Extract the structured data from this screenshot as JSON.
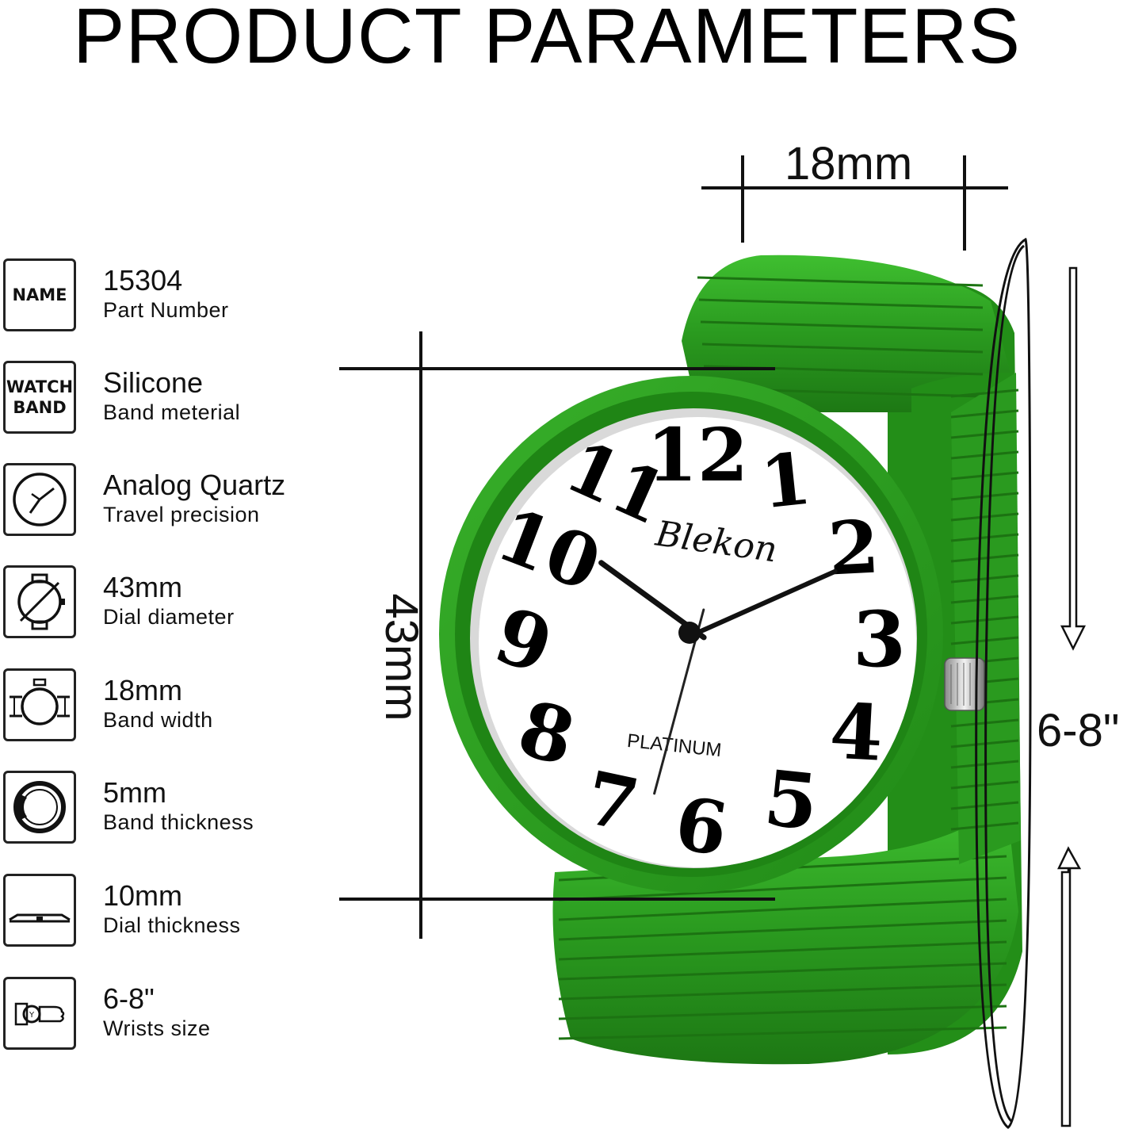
{
  "title": "PRODUCT PARAMETERS",
  "colors": {
    "band": "#2a9a1f",
    "band_dark": "#1e7a14",
    "band_light": "#3cb52e",
    "dial": "#ffffff",
    "ink": "#111111"
  },
  "params": [
    {
      "icon": "name-tag-icon",
      "icon_text": "NAME",
      "value": "15304",
      "label": "Part Number"
    },
    {
      "icon": "watch-band-tag-icon",
      "icon_text": "WATCH\nBAND",
      "value": "Silicone",
      "label": "Band meterial"
    },
    {
      "icon": "clock-face-icon",
      "icon_text": "",
      "value": "Analog Quartz",
      "label": "Travel precision"
    },
    {
      "icon": "dial-diameter-icon",
      "icon_text": "",
      "value": "43mm",
      "label": "Dial diameter"
    },
    {
      "icon": "band-width-icon",
      "icon_text": "",
      "value": "18mm",
      "label": "Band width"
    },
    {
      "icon": "band-thickness-icon",
      "icon_text": "",
      "value": "5mm",
      "label": "Band thickness"
    },
    {
      "icon": "dial-thickness-icon",
      "icon_text": "",
      "value": "10mm",
      "label": "Dial thickness"
    },
    {
      "icon": "wrist-size-icon",
      "icon_text": "",
      "value": "6-8\"",
      "label": "Wrists size"
    }
  ],
  "dimensions": {
    "band_width": "18mm",
    "dial_diameter": "43mm",
    "wrist_size": "6-8\""
  },
  "watch": {
    "brand": "Blekon",
    "model_text": "PLATINUM",
    "numerals": [
      "12",
      "1",
      "2",
      "3",
      "4",
      "5",
      "6",
      "7",
      "8",
      "9",
      "10",
      "11"
    ],
    "time": {
      "hour": 10.2,
      "minute": 11.0,
      "second": 32.5
    }
  }
}
